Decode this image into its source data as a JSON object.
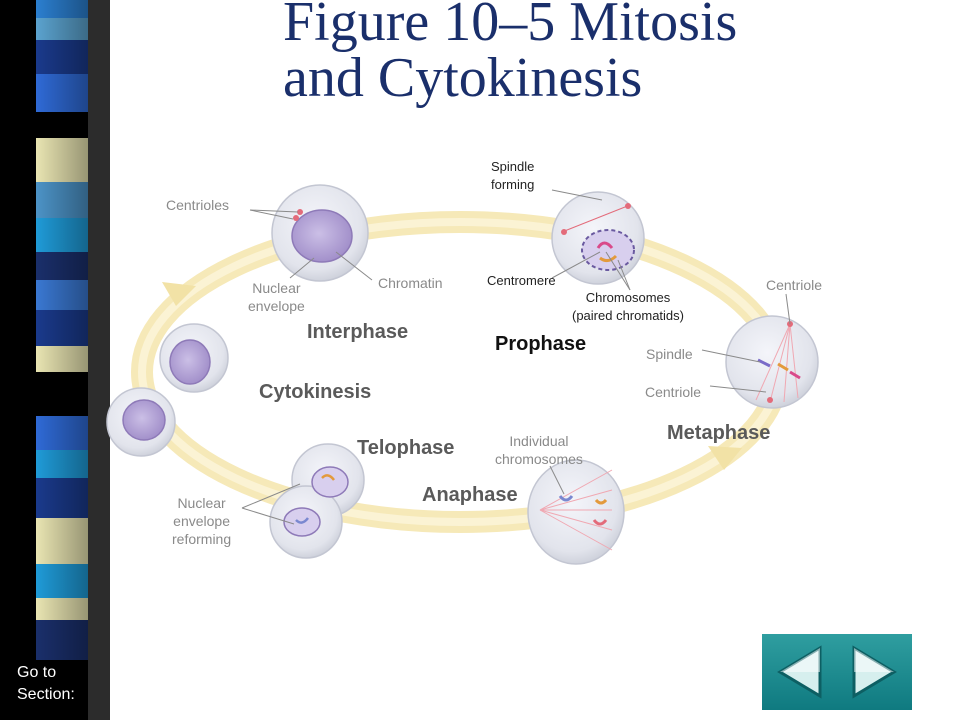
{
  "header": {
    "title_line1": "Figure 10–5 Mitosis",
    "title_line2": "and Cytokinesis"
  },
  "sidebar": {
    "goto_line1": "Go to",
    "goto_line2": "Section:"
  },
  "phases": {
    "interphase": "Interphase",
    "prophase": "Prophase",
    "metaphase": "Metaphase",
    "anaphase": "Anaphase",
    "telophase": "Telophase",
    "cytokinesis": "Cytokinesis"
  },
  "labels": {
    "centrioles": "Centrioles",
    "nuclear_envelope_1": "Nuclear",
    "nuclear_envelope_2": "envelope",
    "chromatin": "Chromatin",
    "spindle_forming_1": "Spindle",
    "spindle_forming_2": "forming",
    "centromere": "Centromere",
    "chromosomes_1": "Chromosomes",
    "chromosomes_2": "(paired chromatids)",
    "centriole_top": "Centriole",
    "spindle": "Spindle",
    "centriole_bottom": "Centriole",
    "individual_1": "Individual",
    "individual_2": "chromosomes",
    "reform_1": "Nuclear",
    "reform_2": "envelope",
    "reform_3": "reforming"
  },
  "navigation": {
    "prev_icon": "arrow-left-icon",
    "next_icon": "arrow-right-icon"
  },
  "colors": {
    "title": "#1a2f6b",
    "cycle_ring": "#f6e9b8",
    "nucleus": "#b9a6da",
    "cell": "#e4e6ee",
    "spindle": "#e36b7a",
    "nav_teal": "#1f8c90"
  }
}
